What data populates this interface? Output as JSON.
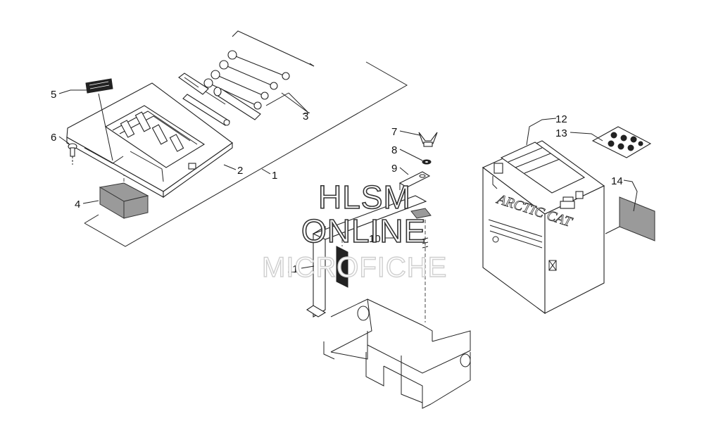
{
  "callouts": {
    "c1": "1",
    "c2": "2",
    "c3": "3",
    "c4": "4",
    "c5": "5",
    "c6": "6",
    "c7": "7",
    "c8": "8",
    "c9": "9",
    "c10": "10",
    "c11": "11",
    "c12": "12",
    "c13": "13",
    "c14": "14"
  },
  "watermark": {
    "line1": "HLSM",
    "line2": "ONLINE",
    "line3": "MICROFICHE"
  },
  "battery": {
    "brand": "ARCTIC CAT"
  }
}
